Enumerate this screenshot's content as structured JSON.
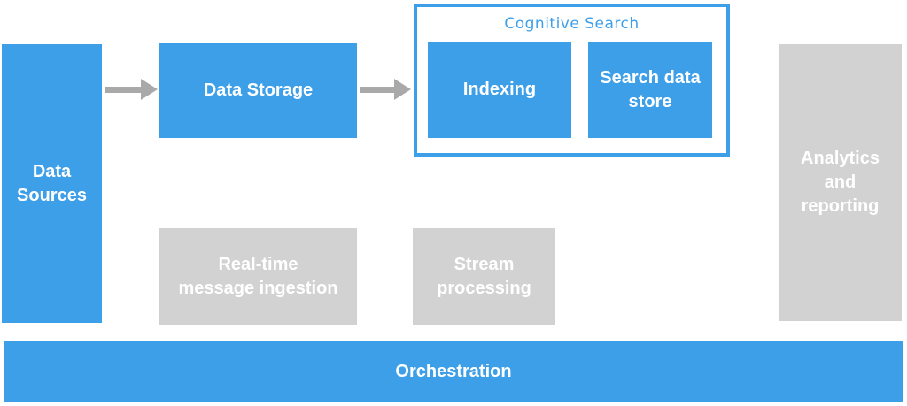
{
  "diagram": {
    "type": "architecture-flow",
    "group": {
      "title": "Cognitive Search"
    },
    "nodes": {
      "data_sources": {
        "label": "Data\nSources",
        "style": "blue"
      },
      "data_storage": {
        "label": "Data Storage",
        "style": "blue"
      },
      "indexing": {
        "label": "Indexing",
        "style": "blue"
      },
      "search_data_store": {
        "label": "Search data\nstore",
        "style": "blue"
      },
      "real_time_ingestion": {
        "label": "Real-time\nmessage ingestion",
        "style": "gray"
      },
      "stream_processing": {
        "label": "Stream\nprocessing",
        "style": "gray"
      },
      "analytics_reporting": {
        "label": "Analytics\nand\nreporting",
        "style": "gray"
      },
      "orchestration": {
        "label": "Orchestration",
        "style": "blue"
      }
    },
    "edges": [
      {
        "from": "data_sources",
        "to": "data_storage"
      },
      {
        "from": "data_storage",
        "to": "cognitive_search_group"
      }
    ],
    "colors": {
      "primary_blue": "#3E9FE9",
      "inactive_gray": "#D2D2D2",
      "arrow_gray": "#A9A9A9",
      "label_white": "#FFFFFF",
      "background": "#FFFFFF"
    }
  }
}
